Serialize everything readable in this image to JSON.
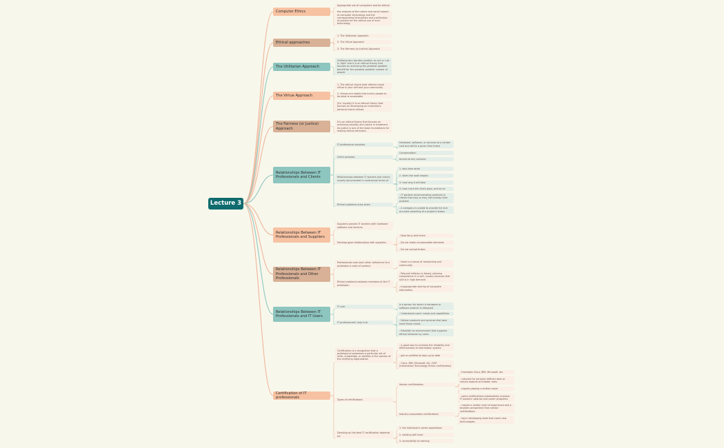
{
  "root": "Lecture 3",
  "colors": {
    "peach": "#f7c2a2",
    "tan": "#d8b196",
    "teal": "#8dc5bf",
    "leaf_peach": "#faeee5",
    "leaf_teal": "#e4eee8",
    "line_peach": "#efb59a",
    "line_teal": "#8ec7be"
  },
  "branches": [
    {
      "label": "Computer Ethics",
      "color": "peach",
      "children": [
        {
          "label": "Appropriate use of computers and be ethical"
        },
        {
          "label": "the analysis of the nature and social impact of computer technology and the corresponding formulation and justification of policies for the ethical use of such technology"
        }
      ]
    },
    {
      "label": "Ethical approaches",
      "color": "tan",
      "children": [
        {
          "label": "1. The Utilitarian Approach"
        },
        {
          "label": "2. The Virtue Approach"
        },
        {
          "label": "3. The Fairness (or Justice) Approach"
        }
      ]
    },
    {
      "label": "The Utilitarian Approach",
      "color": "teal",
      "children": [
        {
          "label": "Utilitarianism decides whether an act or rule is 'right' and it is an ethical theory that focuses on achieving the greatest possible benefit for the greatest possible number of people"
        }
      ]
    },
    {
      "label": "The Virtue Approach",
      "color": "peach",
      "children": [
        {
          "label": "1. The ethical choice best reflects moral virtue in your self and your community"
        },
        {
          "label": "2. Virtues are habits that incline people to do what is acceptable"
        },
        {
          "label": "(Ex: Loyalty) It is an ethical theory that focuses on developing an individual's personal moral virtues."
        }
      ]
    },
    {
      "label": "The Fairness (or Justice) Approach",
      "color": "tan",
      "children": [
        {
          "label": "It is an ethical theory that focuses on achieving equality and justice in treatment. As justice is one of the basic foundations for making ethical decisions"
        }
      ]
    },
    {
      "label": "Relationships Between IT Professionals and Clients",
      "color": "teal",
      "children": [
        {
          "label": "IT professional provides",
          "children": [
            {
              "label": "Hardware, software, or services at a certain cost and within a given time frame"
            }
          ]
        },
        {
          "label": "Client provides",
          "children": [
            {
              "label": "Compensation"
            },
            {
              "label": "Access to key contacts"
            }
          ]
        },
        {
          "label": "Relationships between IT workers and clients usually documented in contractual terms of",
          "children": [
            {
              "label": "1. who does what"
            },
            {
              "label": "2. when the work begins"
            },
            {
              "label": "3. how long it will take"
            },
            {
              "label": "4. how much the client pays, and so on"
            }
          ]
        },
        {
          "label": "Ethical problems arise when",
          "children": [
            {
              "label": "- IT workers recommending products to clients that may or may not remedy their problem"
            },
            {
              "label": "- A company is unable to provide full and accurate reporting of a project's status"
            }
          ]
        }
      ]
    },
    {
      "label": "Relationships Between IT Professionals and Suppliers",
      "color": "peach",
      "children": [
        {
          "label": "Suppliers provide IT workers with hardware software and services"
        },
        {
          "label": "Develop good relationships with suppliers",
          "children": [
            {
              "label": "- Deal fairly with them"
            },
            {
              "label": "- Do not make unreasonable demands"
            },
            {
              "label": "- Do not accept bribes"
            }
          ]
        }
      ]
    },
    {
      "label": "Relationships Between IT Professionals and Other Professionals",
      "color": "tan",
      "children": [
        {
          "label": "Professionals owe each other adherence to a profession's code of conduct",
          "children": [
            {
              "label": "- there is a sense of mentorship and community"
            }
          ]
        },
        {
          "label": "Ethical problems between members of the IT profession",
          "children": [
            {
              "label": "- Résumé inflation is falsely claiming competence in a skill, usually because that skill is in high demand"
            },
            {
              "label": "- Inappropriate sharing of corporate information"
            }
          ]
        }
      ]
    },
    {
      "label": "Relationships Between IT Professionals and IT Users",
      "color": "teal",
      "children": [
        {
          "label": "IT user",
          "children": [
            {
              "label": "is a person for whom a hardware or software product is designed"
            }
          ]
        },
        {
          "label": "IT professionals' duty is to",
          "children": [
            {
              "label": "- Understand users' needs and capabilities"
            },
            {
              "label": "- Deliver products and services that best meet those needs"
            },
            {
              "label": "- Establish an environment that supports ethical behavior by users"
            }
          ]
        }
      ]
    },
    {
      "label": "Certification of IT professionals",
      "color": "peach",
      "children": [
        {
          "label": "Certification is a recognition that a professional possesses a particular set of skills, knowledge, or abilities in the opinion of the certifying organization",
          "children": [
            {
              "label": "- A good way to increase the reliability and effectiveness of information system"
            },
            {
              "label": "- get re-certified to stay up-to-date"
            },
            {
              "label": "- Cisco, IBM, Microsoft, etc. CISP (Information Technology Ethics Certification)"
            }
          ]
        },
        {
          "label": "Types of certifications",
          "children": [
            {
              "label": "Vendor certifications",
              "children": [
                {
                  "label": "- Examples Cisco, IBM, Microsoft, etc."
                },
                {
                  "label": "- relevant for narrowly defined roles or certain aspects of broader roles"
                },
                {
                  "label": "- require passing a written exam"
                },
                {
                  "label": "- some certifications substantially improve IT workers' salaries and career prospects"
                }
              ]
            },
            {
              "label": "Industry association certifications",
              "children": [
                {
                  "label": "- require a certain level of experience and a broader perspective than vendor certifications"
                },
                {
                  "label": "- lag in developing tests that cover new technologies"
                }
              ]
            }
          ]
        },
        {
          "label": "Deciding on the best IT certification depends on:",
          "children": [
            {
              "label": "1. the individual's career aspirations"
            },
            {
              "label": "2. existing skill level"
            },
            {
              "label": "3. accessibility to training"
            }
          ]
        }
      ]
    }
  ]
}
